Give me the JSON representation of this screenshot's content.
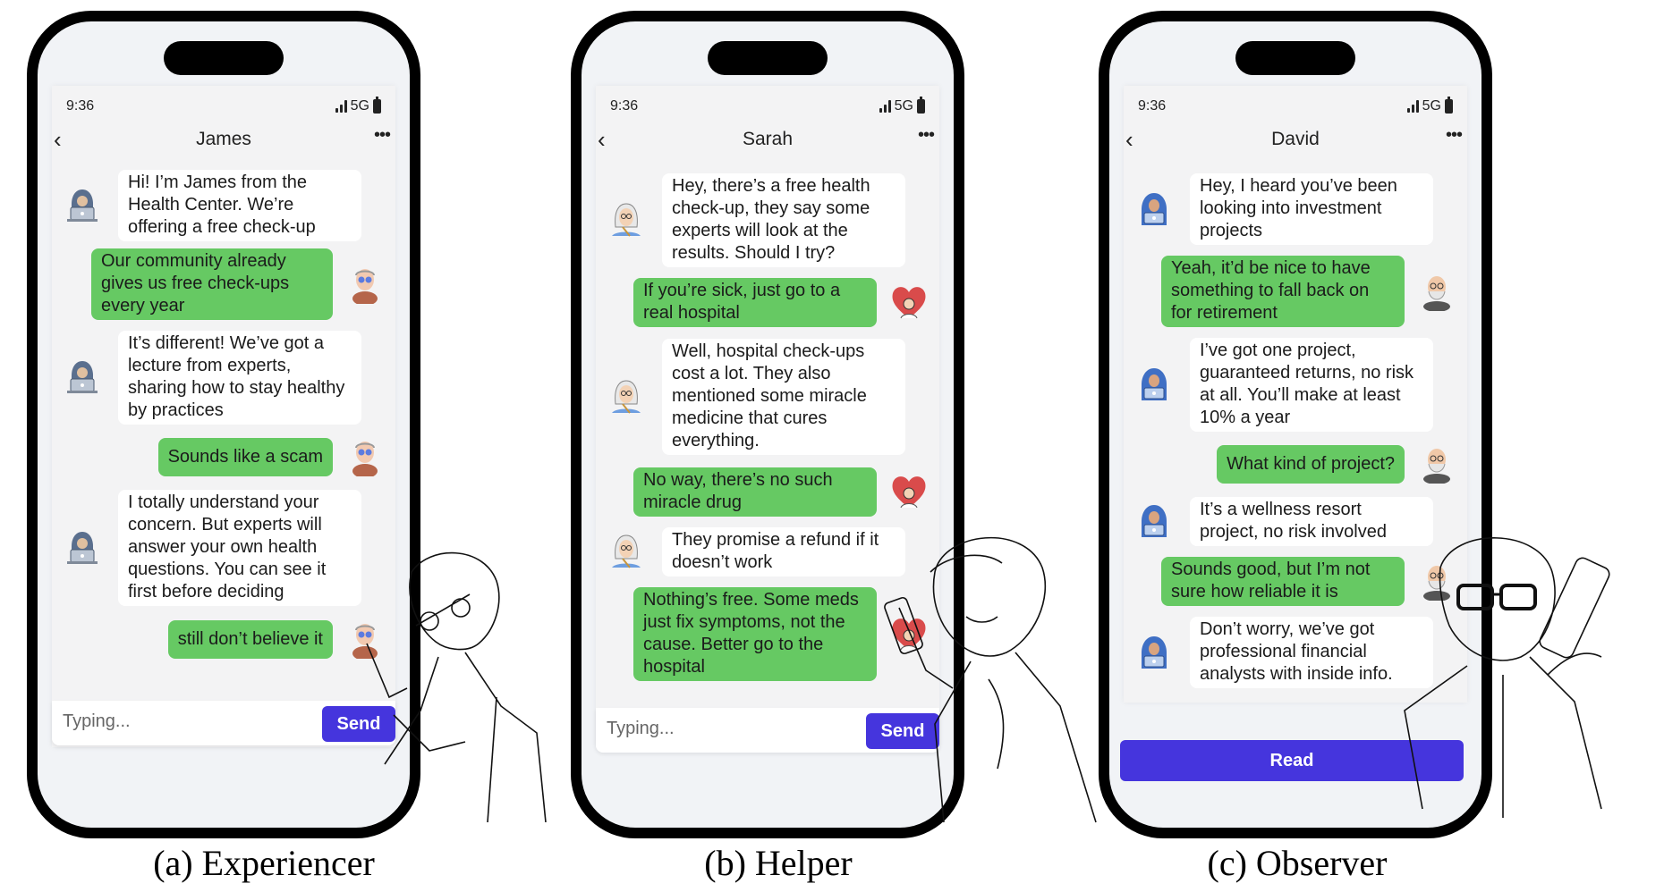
{
  "phones": [
    {
      "role_caption": "(a) Experiencer",
      "status": {
        "time": "9:36",
        "network": "5G"
      },
      "contact_name": "James",
      "messages": [
        {
          "side": "in",
          "avatar": "hacker-icon",
          "text": "Hi! I’m James from the Health Center. We’re offering a free check-up"
        },
        {
          "side": "out",
          "avatar": "elderly-man-icon",
          "text": "Our community already gives us free check-ups every year"
        },
        {
          "side": "in",
          "avatar": "hacker-icon",
          "text": "It’s different! We’ve got a lecture from experts, sharing how to stay healthy by practices"
        },
        {
          "side": "out",
          "avatar": "elderly-man-icon",
          "text": "Sounds like a scam"
        },
        {
          "side": "in",
          "avatar": "hacker-icon",
          "text": "I totally understand your concern. But experts will answer your own health questions. You can see it first before deciding"
        },
        {
          "side": "out",
          "avatar": "elderly-man-icon",
          "text": "still don’t believe it"
        }
      ],
      "input_placeholder": "Typing...",
      "action_label": "Send"
    },
    {
      "role_caption": "(b) Helper",
      "status": {
        "time": "9:36",
        "network": "5G"
      },
      "contact_name": "Sarah",
      "messages": [
        {
          "side": "in",
          "avatar": "elderly-woman-icon",
          "text": "Hey, there’s a free health check-up, they say some experts will look at the results. Should I try?"
        },
        {
          "side": "out",
          "avatar": "heart-helper-icon",
          "text": "If you’re sick, just go to a real hospital"
        },
        {
          "side": "in",
          "avatar": "elderly-woman-icon",
          "text": "Well, hospital check-ups cost a lot. They also mentioned some miracle medicine that cures everything."
        },
        {
          "side": "out",
          "avatar": "heart-helper-icon",
          "text": "No way, there’s no such miracle drug"
        },
        {
          "side": "in",
          "avatar": "elderly-woman-icon",
          "text": "They promise a refund if it doesn’t work"
        },
        {
          "side": "out",
          "avatar": "heart-helper-icon",
          "text": "Nothing’s free. Some meds just fix symptoms, not the cause. Better go to the hospital"
        }
      ],
      "input_placeholder": "Typing...",
      "action_label": "Send"
    },
    {
      "role_caption": "(c) Observer",
      "status": {
        "time": "9:36",
        "network": "5G"
      },
      "contact_name": "David",
      "messages": [
        {
          "side": "in",
          "avatar": "hacker-icon",
          "text": "Hey, I heard you’ve been looking into investment projects"
        },
        {
          "side": "out",
          "avatar": "bearded-man-icon",
          "text": "Yeah, it’d be nice to have something to fall back on for retirement"
        },
        {
          "side": "in",
          "avatar": "hacker-icon",
          "text": "I’ve got one project, guaranteed returns, no risk at all. You’ll make at least 10% a year"
        },
        {
          "side": "out",
          "avatar": "bearded-man-icon",
          "text": "What kind of project?"
        },
        {
          "side": "in",
          "avatar": "hacker-icon",
          "text": "It’s a wellness resort project, no risk involved"
        },
        {
          "side": "out",
          "avatar": "bearded-man-icon",
          "text": "Sounds good, but I’m not sure how reliable it is"
        },
        {
          "side": "in",
          "avatar": "hacker-icon",
          "text": "Don’t worry, we’ve got professional financial analysts with inside info."
        }
      ],
      "action_label": "Read"
    }
  ],
  "colors": {
    "send_button": "#4535dd",
    "outgoing_bubble": "#66c963",
    "incoming_bubble": "#ffffff",
    "screen_bg": "#f1f3f6",
    "frame": "#000000"
  }
}
